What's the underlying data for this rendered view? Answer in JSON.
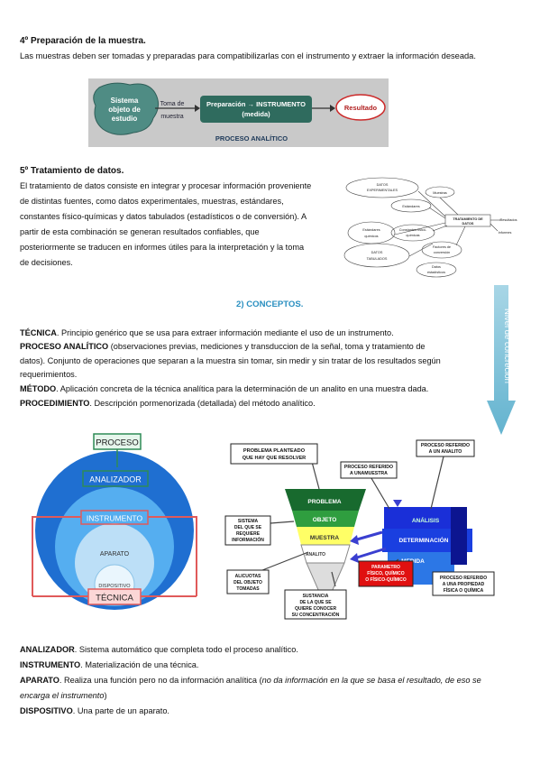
{
  "section4": {
    "heading": "4º Preparación de la muestra.",
    "text": "Las muestras deben ser tomadas y preparadas para compatibilizarlas con el instrumento y extraer la información deseada.",
    "diagram": {
      "system_label": [
        "Sistema",
        "objeto de",
        "estudio"
      ],
      "sample_label": [
        "Toma de",
        "muestra"
      ],
      "prep_label": [
        "Preparación → INSTRUMENTO",
        "(medida)"
      ],
      "result_label": "Resultado",
      "caption": "PROCESO ANALÍTICO"
    }
  },
  "section5": {
    "heading": "5º Tratamiento de datos.",
    "lines": [
      "El tratamiento de datos consiste en integrar y procesar información proveniente",
      "de distintas fuentes, como datos experimentales, muestras, estándares,",
      "constantes físico-químicas y datos tabulados (estadísticos o de conversión). A",
      "partir de esta combinación se generan resultados confiables, que",
      "posteriormente se traducen en informes útiles para la interpretación y la toma",
      "de decisiones."
    ],
    "mini_diagram": {
      "n1": [
        "DATOS",
        "EXPERIMENTALES"
      ],
      "n2": "Muestras",
      "n3": "Estándares",
      "n4": [
        "TRATAMIENTO DE",
        "DATOS"
      ],
      "n5": "Resultados",
      "n6": "Informes",
      "n7": [
        "Estándares",
        "químicos"
      ],
      "n8": [
        "Constantes físico-",
        "químicas"
      ],
      "n9": [
        "Factores de",
        "conversión"
      ],
      "n10": [
        "DATOS",
        "TABULADOS"
      ],
      "n11": [
        "Datos",
        "estadísticos"
      ]
    }
  },
  "conceptos": {
    "heading": "2) CONCEPTOS.",
    "arrow_label": "Nivel de concreción",
    "definitions": [
      {
        "term": "TÉCNICA",
        "text": ". Principio genérico que se usa para extraer información mediante el uso de un instrumento."
      },
      {
        "term": "PROCESO ANALÍTICO",
        "text": " (observaciones previas, mediciones y transduccion de la señal, toma y tratamiento de"
      },
      {
        "term": "",
        "text": "datos). Conjunto de operaciones que separan a la muestra sin tomar, sin medir y sin tratar de los resultados según"
      },
      {
        "term": "",
        "text": "requerimientos."
      },
      {
        "term": "MÉTODO",
        "text": ". Aplicación concreta de la técnica analítica para la determinación de un analito en una muestra dada."
      },
      {
        "term": "PROCEDIMIENTO",
        "text": ". Descripción pormenorizada (detallada) del método analítico."
      }
    ]
  },
  "circles": {
    "proceso": "PROCESO",
    "analizador": "ANALIZADOR",
    "instrumento": "INSTRUMENTO",
    "aparato": "APARATO",
    "dispositivo": "DISPOSITIVO",
    "tecnica": "TÉCNICA"
  },
  "funnel": {
    "problema_planteado": [
      "PROBLEMA PLANTEADO",
      "QUE HAY QUE RESOLVER"
    ],
    "proceso_muestra": [
      "PROCESO REFERIDO",
      "A UNAMUESTRA"
    ],
    "proceso_analito": [
      "PROCESO REFERIDO",
      "A UN ANALITO"
    ],
    "sistema": [
      "SISTEMA",
      "DEL QUE SE",
      "REQUIERE",
      "INFORMACIÓN"
    ],
    "alicuotas": [
      "ALICUOTAS",
      "DEL OBJETO",
      "TOMADAS"
    ],
    "sustancia": [
      "SUSTANCIA",
      "DE LA QUE SE",
      "QUIERE CONOCER",
      "SU CONCENTRACIÓN"
    ],
    "parametro": [
      "PARAMETRO",
      "FÍSICO, QUÍMICO",
      "O FÍSICO-QUÍMICO"
    ],
    "proceso_propiedad": [
      "PROCESO REFERIDO",
      "A UNA PROPIEDAD",
      "FÍSICA O QUÍMICA"
    ],
    "layers": {
      "problema": "PROBLEMA",
      "objeto": "OBJETO",
      "muestra": "MUESTRA",
      "analito": "ANALITO"
    },
    "blue": {
      "analisis": "ANÁLISIS",
      "determinacion": "DETERMINACIÓN",
      "medida": "MEDIDA"
    }
  },
  "bottom_defs": [
    {
      "term": "ANALIZADOR",
      "text": ". Sistema automático que completa todo el proceso analítico."
    },
    {
      "term": "INSTRUMENTO",
      "text": ". Materialización de una técnica."
    },
    {
      "term": "APARATO",
      "text": ". Realiza una función pero no da información analítica ("
    },
    {
      "term": "",
      "text": ""
    },
    {
      "term": "DISPOSITIVO",
      "text": ". Una parte de un aparato."
    }
  ],
  "aparato_italic": "no da información en la que se basa el resultado, de eso se",
  "aparato_italic2": "encarga el instrumento",
  "aparato_close": ")"
}
